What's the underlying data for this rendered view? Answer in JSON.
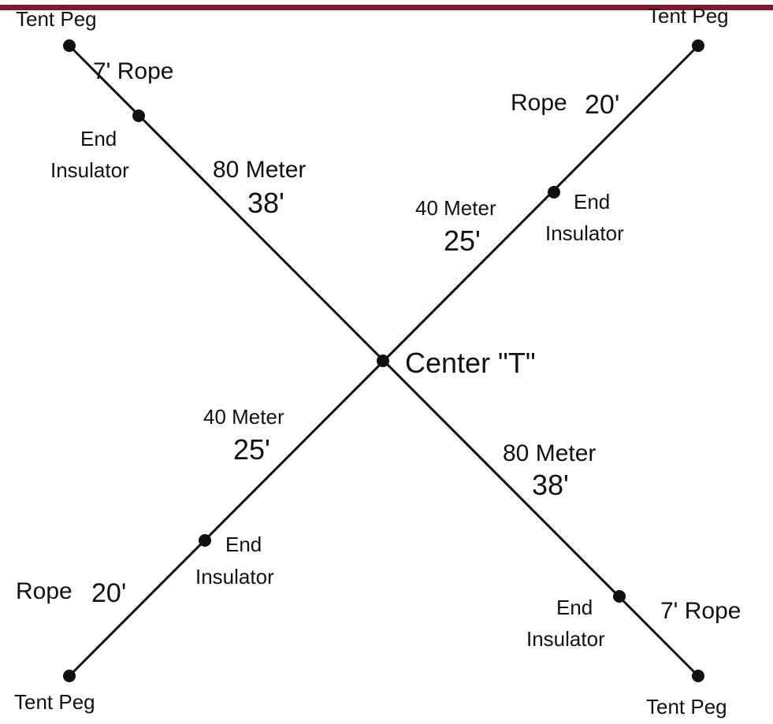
{
  "colors": {
    "bar": "#7b1a30",
    "line": "#111111",
    "background": "#ffffff"
  },
  "labels": {
    "tent_peg_top_left": "Tent Peg",
    "tent_peg_top_right": "Tent Peg",
    "tent_peg_bottom_left": "Tent Peg",
    "tent_peg_bottom_right": "Tent Peg",
    "rope_top_left": "7' Rope",
    "rope_top_right_word": "Rope",
    "rope_top_right_len": "20'",
    "rope_bottom_left_word": "Rope",
    "rope_bottom_left_len": "20'",
    "rope_bottom_right": "7' Rope",
    "insulator_end": "End",
    "insulator_word": "Insulator",
    "band_80": "80 Meter",
    "len_80": "38'",
    "band_40": "40 Meter",
    "len_40": "25'",
    "center": "Center \"T\""
  }
}
